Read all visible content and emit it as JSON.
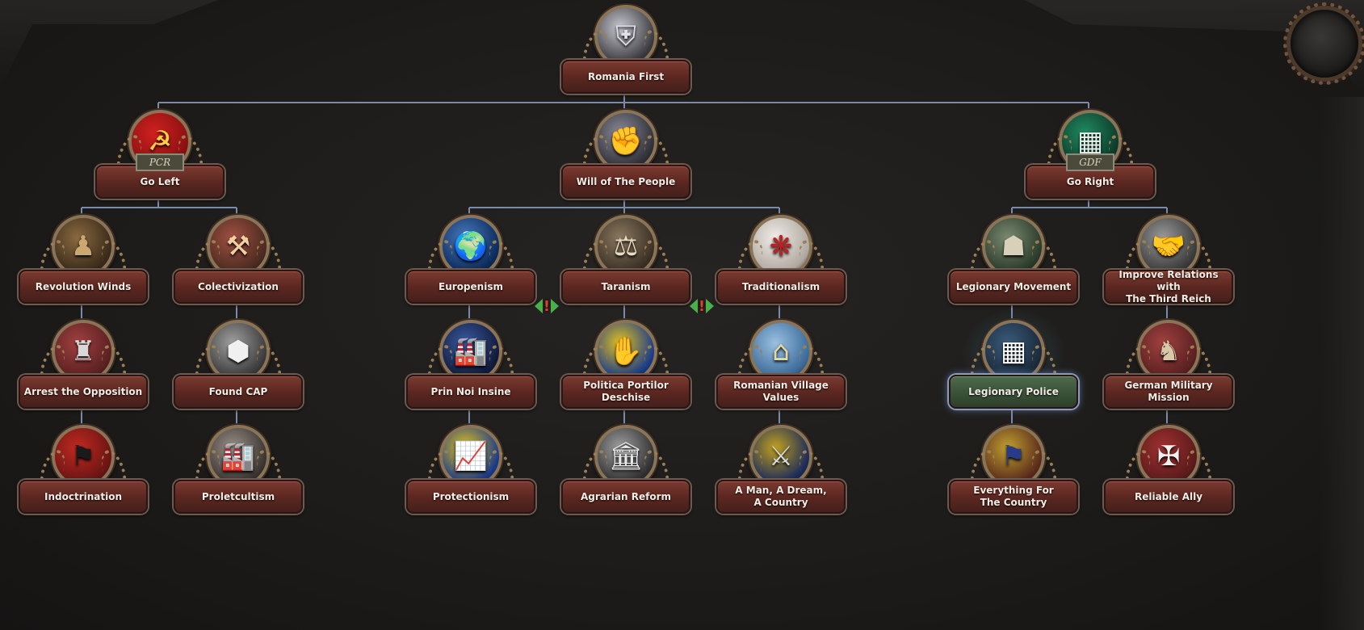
{
  "tree": {
    "title": "National Focus Tree",
    "focuses": [
      {
        "id": "romania-first",
        "label": "Romania First",
        "icon": "shield-flag-icon",
        "glyph": "⛨",
        "c1": "#3a3a40",
        "c2": "#c8c8d0",
        "g": "#e0e0e8",
        "done": false
      },
      {
        "id": "go-left",
        "label": "Go Left",
        "icon": "hammer-sickle-icon",
        "glyph": "☭",
        "c1": "#8a1010",
        "c2": "#d02020",
        "g": "#ffd040",
        "tag": "PCR",
        "done": false
      },
      {
        "id": "will-of-the-people",
        "label": "Will of The People",
        "icon": "raised-fist-icon",
        "glyph": "✊",
        "c1": "#303038",
        "c2": "#8a8a98",
        "g": "#d8d8e0",
        "done": false
      },
      {
        "id": "go-right",
        "label": "Go Right",
        "icon": "iron-guard-icon",
        "glyph": "▦",
        "c1": "#0d3a2a",
        "c2": "#1f8a60",
        "g": "#e8f0ec",
        "tag": "GDF",
        "done": false
      },
      {
        "id": "revolution-winds",
        "label": "Revolution Winds",
        "icon": "workers-crowd-icon",
        "glyph": "♟",
        "c1": "#3a2a1a",
        "c2": "#8a6a40",
        "g": "#caa870",
        "done": false
      },
      {
        "id": "colectivization",
        "label": "Colectivization",
        "icon": "farm-hammer-icon",
        "glyph": "⚒",
        "c1": "#4a2a20",
        "c2": "#a05040",
        "g": "#f0d0a0",
        "done": false
      },
      {
        "id": "europenism",
        "label": "Europenism",
        "icon": "europe-map-icon",
        "glyph": "🌍",
        "c1": "#0a2a5a",
        "c2": "#4a7ac0",
        "g": "#e0eaf8",
        "done": false
      },
      {
        "id": "taranism",
        "label": "Taranism",
        "icon": "scales-icon",
        "glyph": "⚖",
        "c1": "#3a3024",
        "c2": "#8a7860",
        "g": "#e8dcc0",
        "done": false
      },
      {
        "id": "traditionalism",
        "label": "Traditionalism",
        "icon": "folk-pattern-icon",
        "glyph": "❋",
        "c1": "#b0a8a0",
        "c2": "#f0ece8",
        "g": "#c02020",
        "done": false
      },
      {
        "id": "legionary-movement",
        "label": "Legionary Movement",
        "icon": "orator-icon",
        "glyph": "☗",
        "c1": "#2a3a2a",
        "c2": "#7a8a70",
        "g": "#d8d0b8",
        "done": false
      },
      {
        "id": "improve-relations-third-reich",
        "label": "Improve Relations with\nThe Third Reich",
        "icon": "handshake-icon",
        "glyph": "🤝",
        "c1": "#3a3a3a",
        "c2": "#9a9a9a",
        "g": "#e8e8e8",
        "done": false
      },
      {
        "id": "arrest-the-opposition",
        "label": "Arrest the Opposition",
        "icon": "arrest-icon",
        "glyph": "♜",
        "c1": "#5a2020",
        "c2": "#a04040",
        "g": "#d8d8d8",
        "done": false
      },
      {
        "id": "found-cap",
        "label": "Found CAP",
        "icon": "shield-badge-icon",
        "glyph": "⬢",
        "c1": "#3a3a3a",
        "c2": "#a0a0a0",
        "g": "#f0f0f0",
        "done": false
      },
      {
        "id": "prin-noi-insine",
        "label": "Prin Noi Insine",
        "icon": "industry-fist-icon",
        "glyph": "🏭",
        "c1": "#101a3a",
        "c2": "#3a5aa0",
        "g": "#c8d0e0",
        "done": false
      },
      {
        "id": "politica-portilor-deschise",
        "label": "Politica Portilor\nDeschise",
        "icon": "romania-flag-icon",
        "glyph": "✋",
        "c1": "#1a3a8a",
        "c2": "#e0c020",
        "g": "#d02020",
        "done": false
      },
      {
        "id": "romanian-village-values",
        "label": "Romanian Village Values",
        "icon": "village-house-icon",
        "glyph": "⌂",
        "c1": "#3a6a9a",
        "c2": "#9ac0e0",
        "g": "#e8d8a0",
        "done": false
      },
      {
        "id": "legionary-police",
        "label": "Legionary Police",
        "icon": "iron-guard-icon",
        "glyph": "▦",
        "c1": "#1a2a3a",
        "c2": "#3a5a7a",
        "g": "#ffffff",
        "done": true
      },
      {
        "id": "german-military-mission",
        "label": "German Military Mission",
        "icon": "officer-salute-icon",
        "glyph": "♞",
        "c1": "#5a2020",
        "c2": "#a04040",
        "g": "#d8c8a8",
        "done": false
      },
      {
        "id": "indoctrination",
        "label": "Indoctrination",
        "icon": "red-flag-portrait-icon",
        "glyph": "⚑",
        "c1": "#6a1414",
        "c2": "#c02a20",
        "g": "#1a1a1a",
        "done": false
      },
      {
        "id": "proletcultism",
        "label": "Proletcultism",
        "icon": "factory-icon",
        "glyph": "🏭",
        "c1": "#3a3430",
        "c2": "#9a9088",
        "g": "#e0dcd8",
        "done": false
      },
      {
        "id": "protectionism",
        "label": "Protectionism",
        "icon": "economy-chart-icon",
        "glyph": "📈",
        "c1": "#1a3a8a",
        "c2": "#e0c020",
        "g": "#40c040",
        "done": false
      },
      {
        "id": "agrarian-reform",
        "label": "Agrarian Reform",
        "icon": "bank-icon",
        "glyph": "🏛",
        "c1": "#303030",
        "c2": "#a0a0a0",
        "g": "#e8e8e8",
        "done": false
      },
      {
        "id": "a-man-a-dream-a-country",
        "label": "A Man, A Dream,\nA Country",
        "icon": "soldiers-flag-icon",
        "glyph": "⚔",
        "c1": "#1a2a5a",
        "c2": "#c0a020",
        "g": "#d8d8d8",
        "done": false
      },
      {
        "id": "everything-for-the-country",
        "label": "Everything For\nThe Country",
        "icon": "flag-salute-icon",
        "glyph": "⚑",
        "c1": "#5a2a1a",
        "c2": "#c0a030",
        "g": "#2a3a8a",
        "done": false
      },
      {
        "id": "reliable-ally",
        "label": "Reliable Ally",
        "icon": "iron-cross-icon",
        "glyph": "✠",
        "c1": "#5a1a1a",
        "c2": "#a03030",
        "g": "#f0f0f0",
        "done": false
      }
    ]
  },
  "colors": {
    "line": "#7a8aa8",
    "label_red": "#5a2620",
    "label_done": "#3a5238",
    "exclusive_arrow": "#49b04a",
    "exclusive_mark": "#e53a2e"
  }
}
